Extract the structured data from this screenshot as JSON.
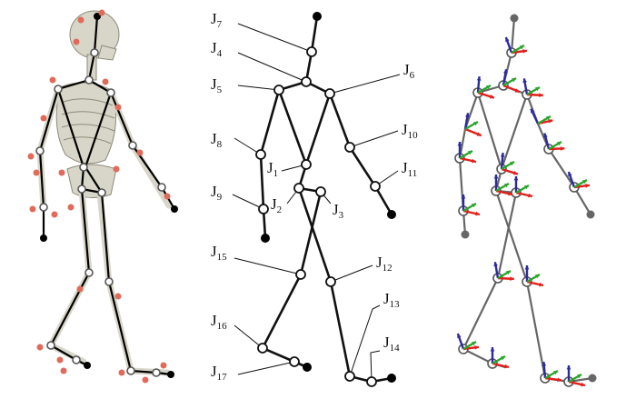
{
  "panels": {
    "left": {
      "description_visible": false
    },
    "middle": {
      "labels": {
        "J7": {
          "main": "J",
          "sub": "7"
        },
        "J4": {
          "main": "J",
          "sub": "4"
        },
        "J5": {
          "main": "J",
          "sub": "5"
        },
        "J6": {
          "main": "J",
          "sub": "6"
        },
        "J8": {
          "main": "J",
          "sub": "8"
        },
        "J10": {
          "main": "J",
          "sub": "10"
        },
        "J1": {
          "main": "J",
          "sub": "1"
        },
        "J11": {
          "main": "J",
          "sub": "11"
        },
        "J9": {
          "main": "J",
          "sub": "9"
        },
        "J2": {
          "main": "J",
          "sub": "2"
        },
        "J3": {
          "main": "J",
          "sub": "3"
        },
        "J15": {
          "main": "J",
          "sub": "15"
        },
        "J12": {
          "main": "J",
          "sub": "12"
        },
        "J13": {
          "main": "J",
          "sub": "13"
        },
        "J16": {
          "main": "J",
          "sub": "16"
        },
        "J14": {
          "main": "J",
          "sub": "14"
        },
        "J17": {
          "main": "J",
          "sub": "17"
        }
      }
    }
  },
  "colors": {
    "axis_x": "#e0201b",
    "axis_y": "#2aa52a",
    "axis_z": "#2b2b9e",
    "marker": "#e06b5b",
    "skeleton_bone": "#d8d6c8"
  }
}
